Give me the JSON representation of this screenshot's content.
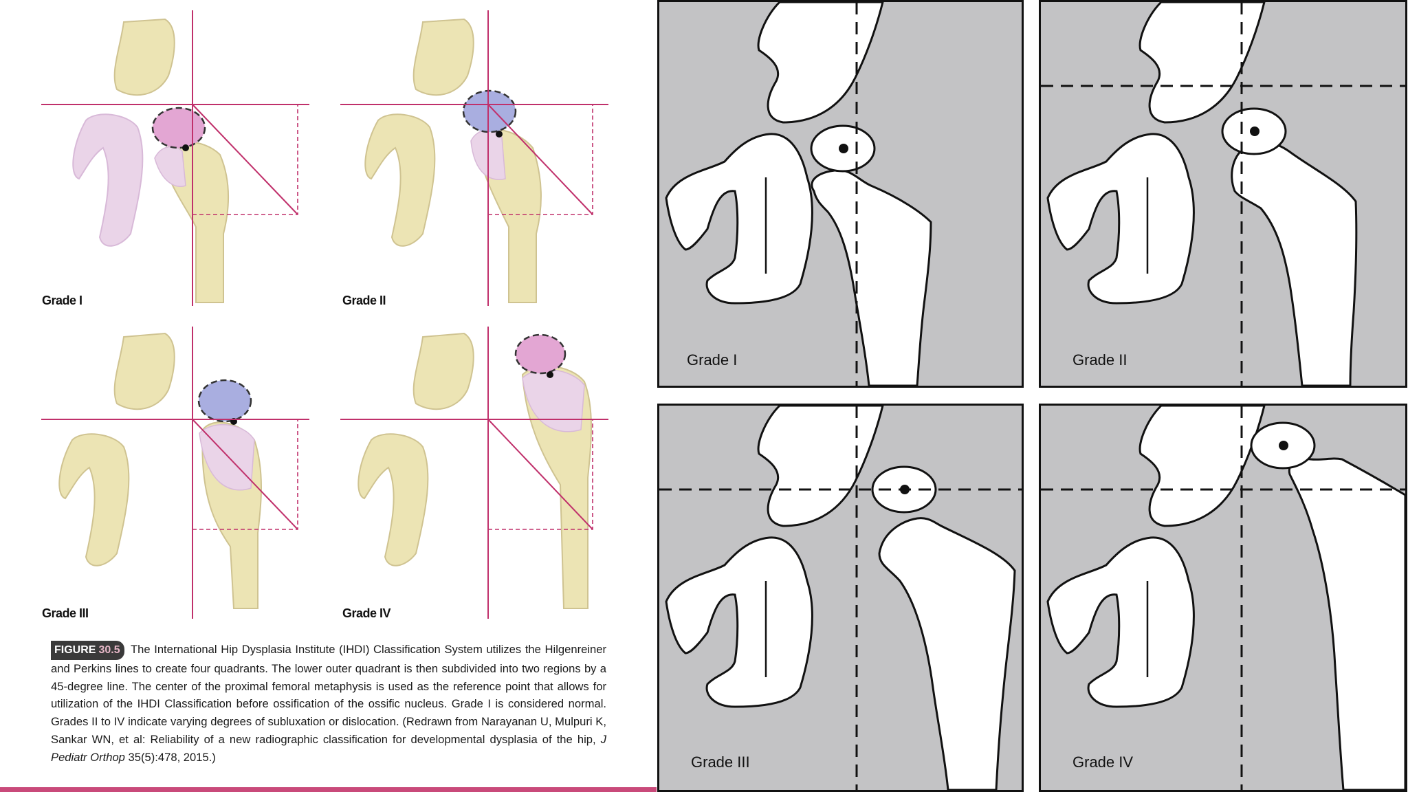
{
  "left_figure": {
    "panels": [
      {
        "grade": "Grade I"
      },
      {
        "grade": "Grade II"
      },
      {
        "grade": "Grade III"
      },
      {
        "grade": "Grade IV"
      }
    ],
    "caption": {
      "badge": "FIGURE",
      "number": "30.5",
      "text": "The International Hip Dysplasia Institute (IHDI) Classification System utilizes the Hilgenreiner and Perkins lines to create four quadrants. The lower outer quadrant is then subdivided into two regions by a 45-degree line. The center of the proximal femoral metaphysis is used as the reference point that allows for utilization of the IHDI Classification before ossification of the ossific nucleus. Grade I is considered normal. Grades II to IV indicate varying degrees of subluxation or dislocation. (Redrawn from Narayanan U, Mulpuri K, Sankar WN, et al: Reliability of a new radiographic classification for developmental dysplasia of the hip, ",
      "journal": "J Pediatr Orthop",
      "citation": " 35(5):478, 2015.)"
    },
    "colors": {
      "bone": "#ece4b4",
      "bone_edge": "#cfc391",
      "cartilage_pink": "#ead4e8",
      "nucleus_pink": "#e3a6d3",
      "nucleus_blue": "#a9aee0",
      "line": "#c0306b",
      "accent_bar": "#c94a7a"
    }
  },
  "right_figure": {
    "panels": [
      {
        "grade": "Grade I"
      },
      {
        "grade": "Grade II"
      },
      {
        "grade": "Grade III"
      },
      {
        "grade": "Grade IV"
      }
    ],
    "colors": {
      "background": "#c3c3c5",
      "shape_fill": "#ffffff",
      "outline": "#111111"
    }
  }
}
